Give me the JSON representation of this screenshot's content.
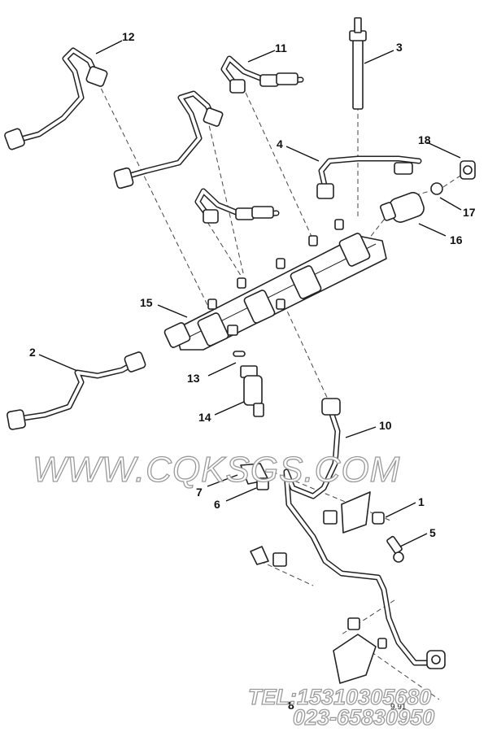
{
  "diagram": {
    "callouts": [
      {
        "id": "callout-1",
        "label": "1"
      },
      {
        "id": "callout-2",
        "label": "2"
      },
      {
        "id": "callout-3",
        "label": "3"
      },
      {
        "id": "callout-4",
        "label": "4"
      },
      {
        "id": "callout-5",
        "label": "5"
      },
      {
        "id": "callout-6",
        "label": "6"
      },
      {
        "id": "callout-7",
        "label": "7"
      },
      {
        "id": "callout-8",
        "label": "8"
      },
      {
        "id": "callout-10",
        "label": "10"
      },
      {
        "id": "callout-11",
        "label": "11"
      },
      {
        "id": "callout-12",
        "label": "12"
      },
      {
        "id": "callout-13",
        "label": "13"
      },
      {
        "id": "callout-14",
        "label": "14"
      },
      {
        "id": "callout-15",
        "label": "15"
      },
      {
        "id": "callout-16",
        "label": "16"
      },
      {
        "id": "callout-17",
        "label": "17"
      },
      {
        "id": "callout-18",
        "label": "18"
      }
    ],
    "figure_code": "9.91"
  },
  "watermark": {
    "site": "WWW.CQKSGS.COM",
    "tel": "TEL:15310305680",
    "phone2": "023-65830950"
  }
}
